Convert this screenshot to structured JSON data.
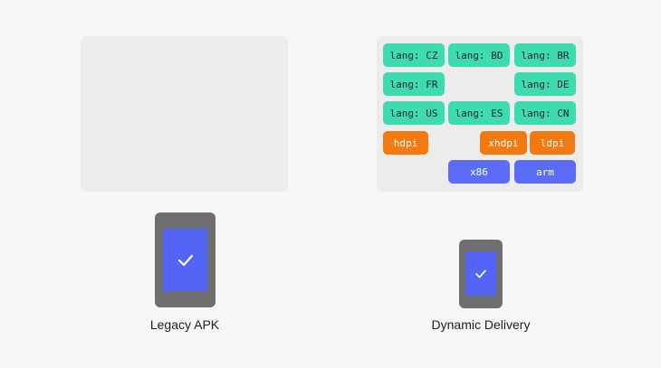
{
  "legacy": {
    "caption": "Legacy APK"
  },
  "dynamic": {
    "caption": "Dynamic Delivery",
    "chips": {
      "cz": "lang: CZ",
      "bd": "lang: BD",
      "br": "lang: BR",
      "fr": "lang: FR",
      "de": "lang: DE",
      "us": "lang: US",
      "es": "lang: ES",
      "cn": "lang: CN",
      "hdpi": "hdpi",
      "xhdpi": "xhdpi",
      "ldpi": "ldpi",
      "x86": "x86",
      "arm": "arm"
    }
  },
  "colors": {
    "lang": "#3ddbb0",
    "density": "#f27a10",
    "abi": "#5b6cf6",
    "phone_body": "#6f6f6f",
    "phone_screen": "#5465f5",
    "panel": "#ececec",
    "background": "#f7f7f7"
  },
  "icons": {
    "checkmark": "check-icon"
  }
}
